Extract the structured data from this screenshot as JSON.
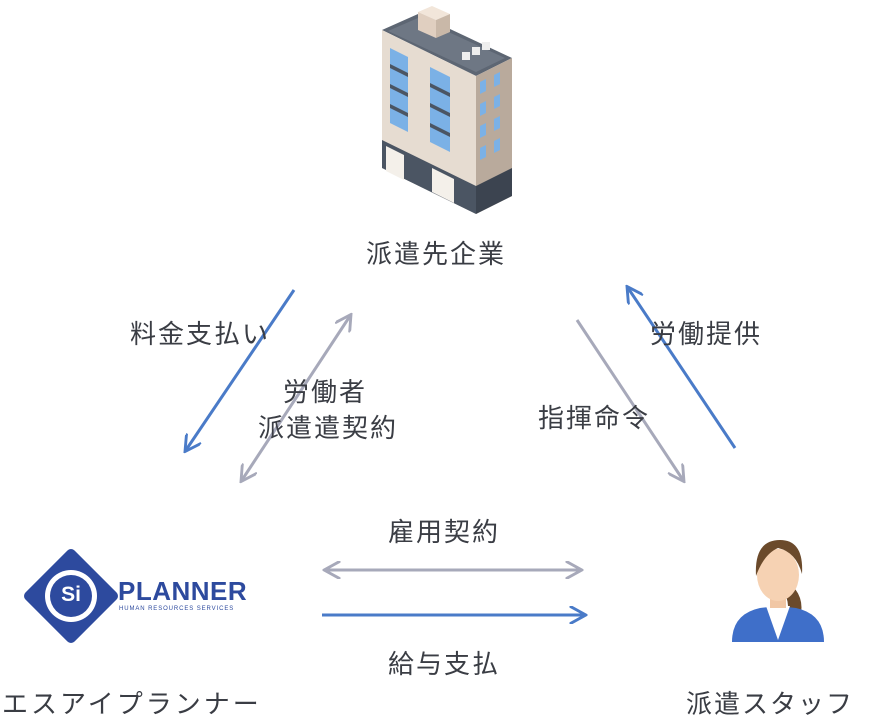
{
  "nodes": {
    "client": {
      "label": "派遣先企業"
    },
    "agency": {
      "label": "エスアイプランナー"
    },
    "staff": {
      "label": "派遣スタッフ"
    }
  },
  "logo": {
    "mark": "Si",
    "name": "PLANNER",
    "tagline": "HUMAN RESOURCES SERVICES"
  },
  "edges": {
    "fee_payment": "料金支払い",
    "dispatch_contract": [
      "労働者",
      "派遣遣契約"
    ],
    "instruction": "指揮命令",
    "labor_provision": "労働提供",
    "employment_contract": "雇用契約",
    "salary_payment": "給与支払"
  },
  "colors": {
    "blue": "#4a7bc8",
    "gray": "#a7a9ba",
    "logo_blue": "#2d4a9e"
  }
}
